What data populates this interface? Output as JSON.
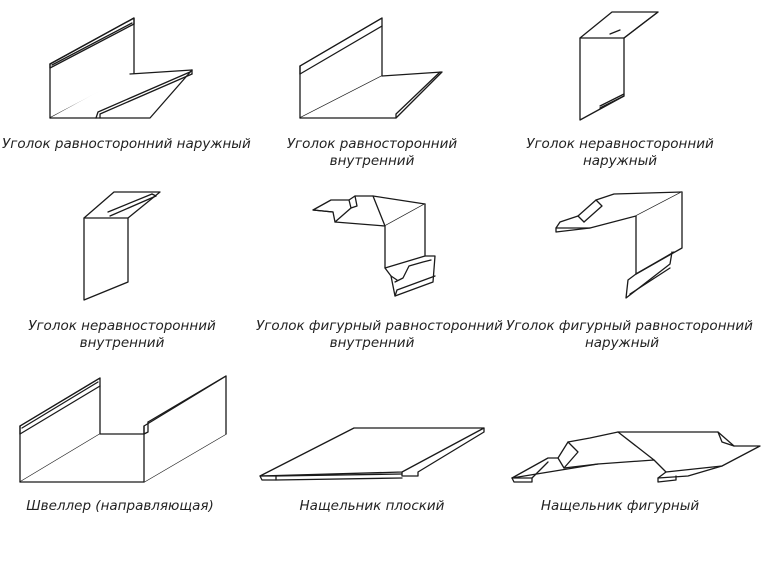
{
  "colors": {
    "background": "#ffffff",
    "line": "#1a1a1a",
    "text": "#222222"
  },
  "profiles": [
    {
      "id": "ugolok-ravn-naruzh",
      "caption": [
        "Уголок равносторонний наружный"
      ]
    },
    {
      "id": "ugolok-ravn-vnutr",
      "caption": [
        "Уголок равносторонний",
        "внутренний"
      ]
    },
    {
      "id": "ugolok-nerav-naruzh",
      "caption": [
        "Уголок неравносторонний",
        "наружный"
      ]
    },
    {
      "id": "ugolok-nerav-vnutr",
      "caption": [
        "Уголок неравносторонний",
        "внутренний"
      ]
    },
    {
      "id": "ugolok-fig-vnutr",
      "caption": [
        "Уголок фигурный равносторонний",
        "внутренний"
      ]
    },
    {
      "id": "ugolok-fig-naruzh",
      "caption": [
        "Уголок фигурный равносторонний",
        "наружный"
      ]
    },
    {
      "id": "sheller",
      "caption": [
        "Швеллер (направляющая)"
      ]
    },
    {
      "id": "nashchelnik-ploskiy",
      "caption": [
        "Нащельник плоский"
      ]
    },
    {
      "id": "nashchelnik-figurny",
      "caption": [
        "Нащельник фигурный"
      ]
    }
  ]
}
